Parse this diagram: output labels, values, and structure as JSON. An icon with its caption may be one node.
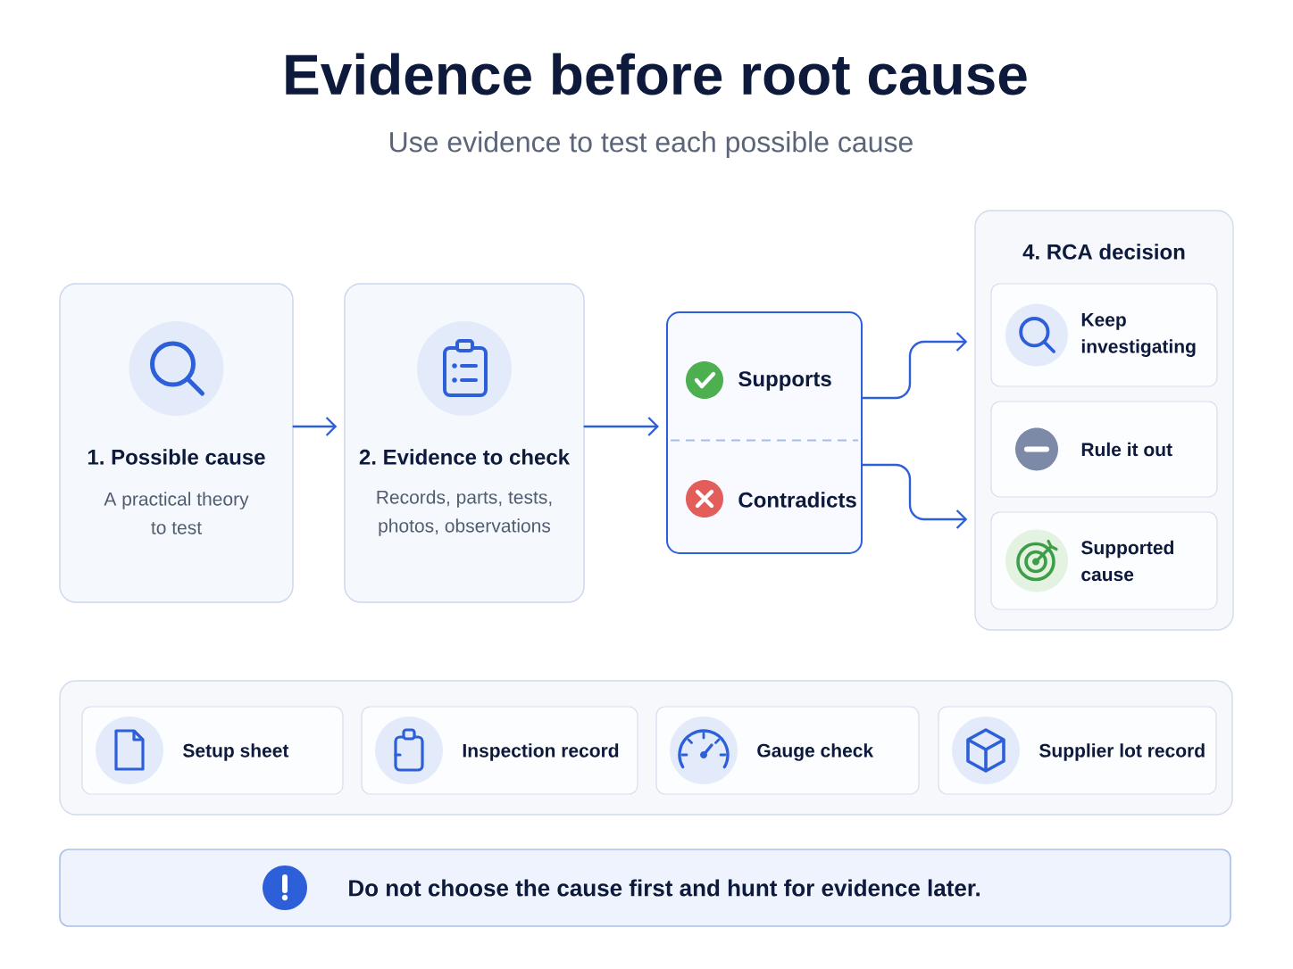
{
  "diagram": {
    "title": "Evidence before root cause",
    "nodes": [
      {
        "text": [
          "1. Possible cause",
          "A practical theory to test"
        ]
      },
      {
        "text": [
          "2. Evidence to check",
          "Records, parts, tests, photos, observations"
        ]
      },
      {
        "text": [
          "Supports",
          "Contradicts"
        ]
      },
      {
        "text": [
          "4. RCA decision"
        ]
      },
      {
        "text": [
          "Keep investigating"
        ],
        "in": 3
      },
      {
        "text": [
          "Rule it out"
        ],
        "in": 3
      },
      {
        "text": [
          "Supported cause"
        ],
        "in": 3
      },
      {
        "text": [],
        "shape": "box"
      },
      {
        "text": [
          "Setup sheet"
        ],
        "in": 7
      },
      {
        "text": [
          "Inspection record"
        ],
        "in": 7
      },
      {
        "text": [
          "Gauge check"
        ],
        "in": 7
      },
      {
        "text": [
          "Supplier lot record"
        ],
        "in": 7
      },
      {
        "text": [
          "Do not choose the cause first and hunt for evidence later."
        ]
      }
    ],
    "edges": [
      {
        "from": 0,
        "to": 1,
        "arrow": "to"
      },
      {
        "from": 1,
        "to": 2,
        "arrow": "to"
      },
      {
        "from": 2,
        "to": 3,
        "arrow": "to"
      },
      {
        "from": 2,
        "to": 3,
        "arrow": "to"
      }
    ],
    "labels": [
      "Use evidence to test each possible cause"
    ]
  }
}
